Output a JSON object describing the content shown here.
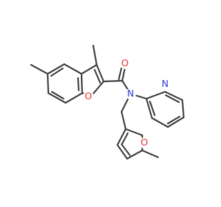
{
  "atoms": {
    "ring_oxygen_benzofuran": {
      "symbol": "O",
      "color": "#e8322a"
    },
    "carbonyl_oxygen": {
      "symbol": "O",
      "color": "#e8322a"
    },
    "amide_nitrogen": {
      "symbol": "N",
      "color": "#2a3bd6"
    },
    "pyridine_nitrogen": {
      "symbol": "N",
      "color": "#2a3bd6"
    },
    "ring_oxygen_furan": {
      "symbol": "O",
      "color": "#e8322a"
    }
  },
  "colors": {
    "bond": "#3a3a3a",
    "background": "#ffffff"
  }
}
